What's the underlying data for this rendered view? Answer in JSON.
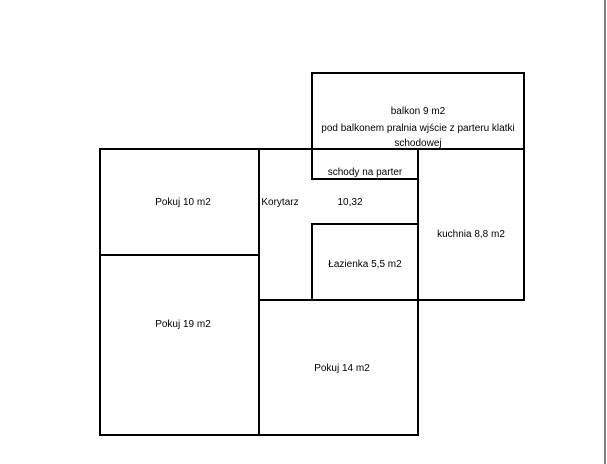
{
  "rooms": {
    "balkon": {
      "title": "balkon 9 m2",
      "note_line1": "pod balkonem pralnia wjście z parteru klatki",
      "note_line2": "schodowej"
    },
    "schody": "schody na parter",
    "korytarz": "Korytarz",
    "korytarz_area": "10,32",
    "pokoj10": "Pokuj 10 m2",
    "lazienka": "Łazienka 5,5 m2",
    "kuchnia": "kuchnia 8,8 m2",
    "pokoj19": "Pokuj 19 m2",
    "pokoj14": "Pokuj 14 m2"
  },
  "colors": {
    "wall": "#000000",
    "background": "#ffffff"
  }
}
